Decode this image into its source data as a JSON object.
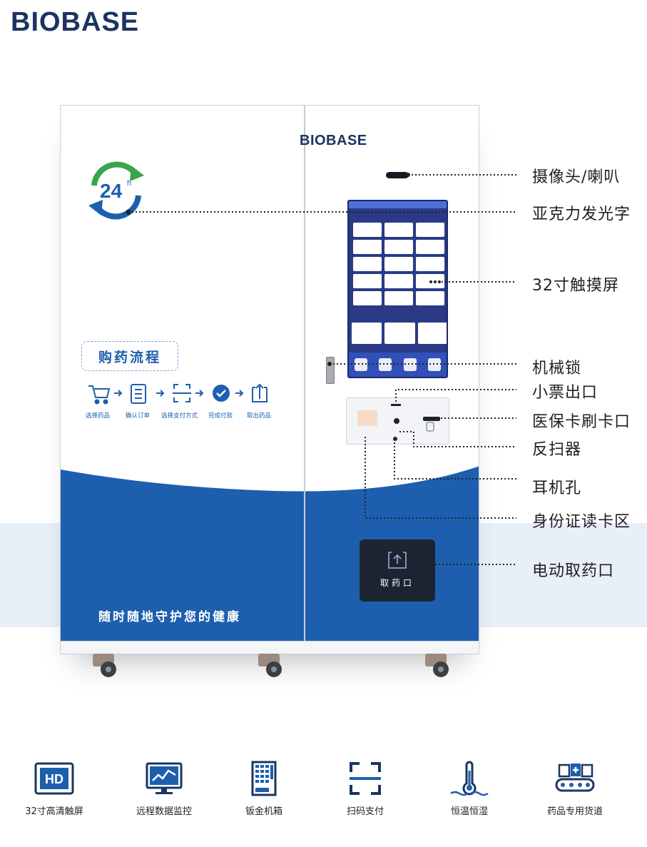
{
  "brand": {
    "logo": "BIOBASE",
    "cabinet_logo": "BIOBASE"
  },
  "badge": {
    "hours": "24",
    "suffix": "h"
  },
  "flow": {
    "title": "购药流程",
    "steps": [
      "选择药品",
      "确认订单",
      "选择支付方式",
      "完成付款",
      "取出药品"
    ]
  },
  "slogan": "随时随地守护您的健康",
  "pickup_label": "取药口",
  "callouts": [
    "摄像头/喇叭",
    "亚克力发光字",
    "32寸触摸屏",
    "机械锁",
    "小票出口",
    "医保卡刷卡口",
    "反扫器",
    "耳机孔",
    "身份证读卡区",
    "电动取药口"
  ],
  "features": [
    {
      "label": "32寸高清触屏",
      "icon": "hd-screen-icon",
      "icon_text": "HD"
    },
    {
      "label": "远程数据监控",
      "icon": "monitor-chart-icon"
    },
    {
      "label": "钣金机箱",
      "icon": "cabinet-grid-icon"
    },
    {
      "label": "扫码支付",
      "icon": "scan-frame-icon"
    },
    {
      "label": "恒温恒湿",
      "icon": "thermometer-icon"
    },
    {
      "label": "药品专用货道",
      "icon": "conveyor-kit-icon"
    }
  ],
  "colors": {
    "brand_navy": "#1b3461",
    "cabinet_blue": "#1d5fae",
    "accent_green": "#3aa54b",
    "band": "#e8eff8"
  }
}
